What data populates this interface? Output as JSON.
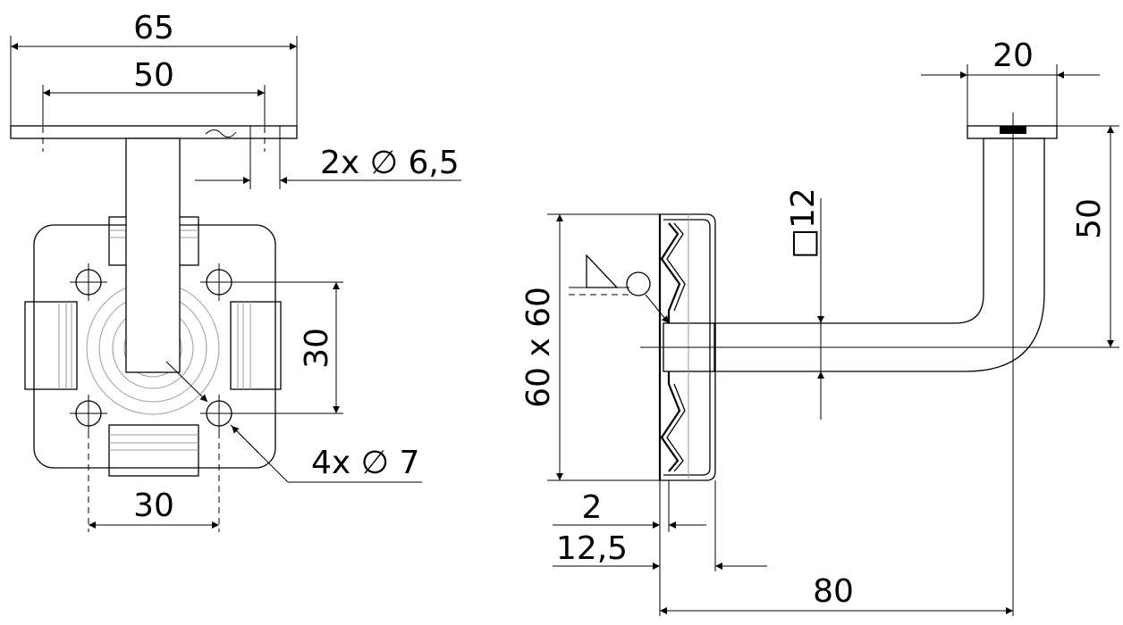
{
  "front_view": {
    "dims": {
      "overall_width": "65",
      "hole_spacing_top": "50",
      "holes_top": "2x ∅ 6,5",
      "hole_spacing_vertical": "30",
      "hole_spacing_horizontal": "30",
      "holes_base": "4x ∅ 7"
    }
  },
  "side_view": {
    "dims": {
      "top_plate_width": "20",
      "height": "50",
      "bar_square": "□12",
      "base_plate": "60 x 60",
      "plate_thickness": "2",
      "offset": "12,5",
      "projection": "80"
    }
  }
}
